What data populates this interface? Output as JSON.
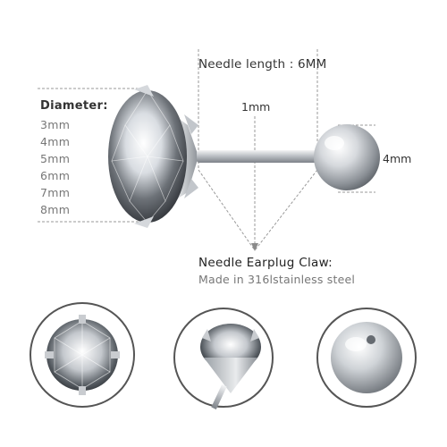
{
  "labels": {
    "needle_length": "Needle length : 6MM",
    "needle_diameter": "1mm",
    "ball_size": "4mm",
    "diameter_title": "Diameter:",
    "claw_title": "Needle Earplug Claw:",
    "claw_material": "Made in 316lstainless steel"
  },
  "diameter_options": [
    "3mm",
    "4mm",
    "5mm",
    "6mm",
    "7mm",
    "8mm"
  ],
  "colors": {
    "text": "#333333",
    "muted": "#777777",
    "dashed_line": "#9a9a9a",
    "steel": "#c9ccd0",
    "circle_border": "#555555"
  },
  "thumbnails": [
    "stone-top-view",
    "claw-setting-side-view",
    "ball-end-closeup"
  ]
}
